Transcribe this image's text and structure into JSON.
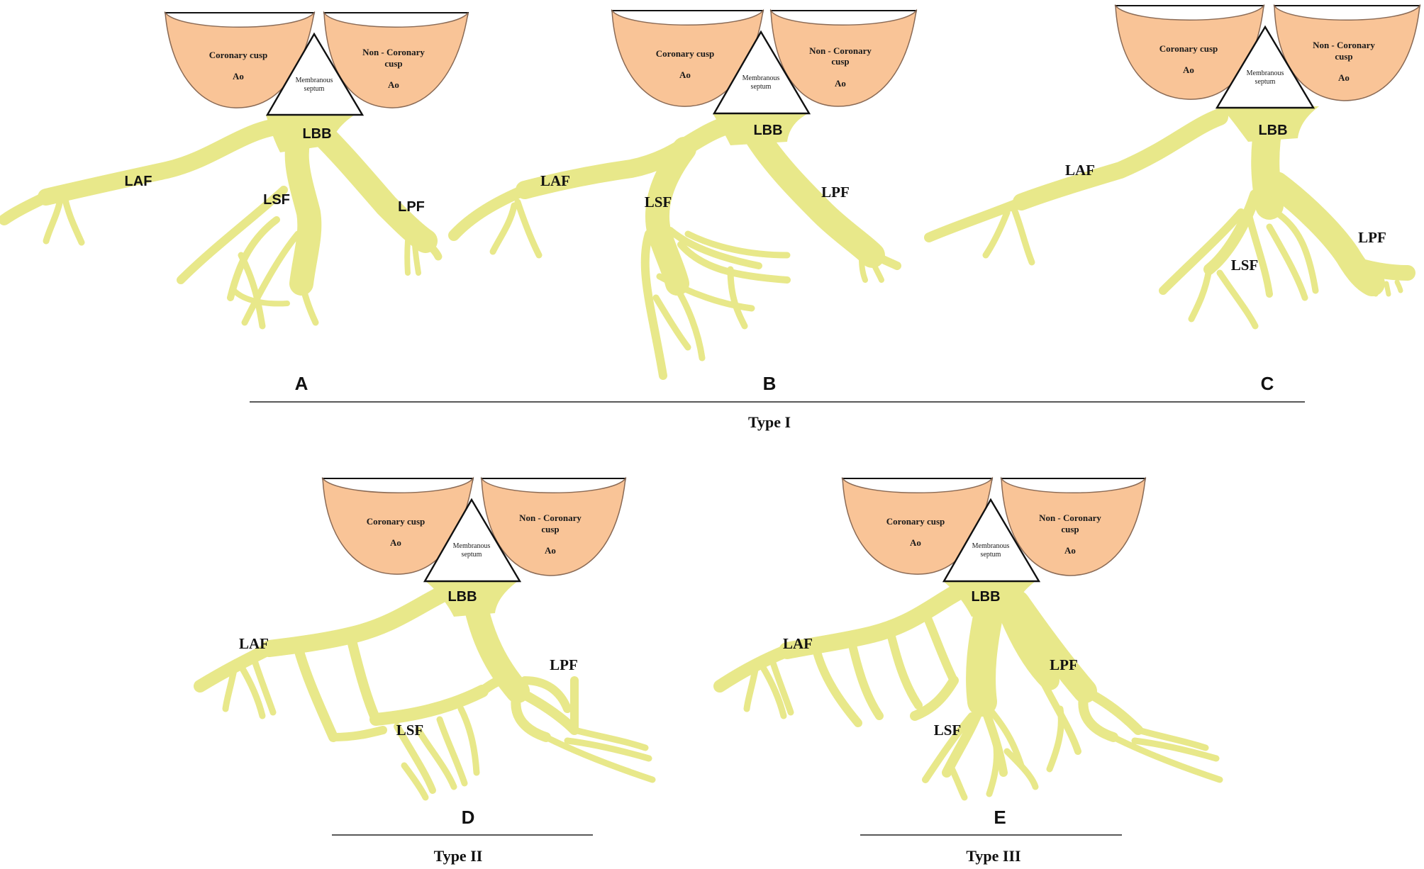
{
  "colors": {
    "conduction": "#e8e88a",
    "cusp_fill": "#f9c497",
    "outline": "#111111"
  },
  "labels": {
    "coronary_cusp": "Coronary cusp",
    "non_coronary_line1": "Non - Coronary",
    "non_coronary_line2": "cusp",
    "aorta": "Ao",
    "septum_line1": "Membranous",
    "septum_line2": "septum"
  },
  "fascicles": {
    "lbb": "LBB",
    "laf": "LAF",
    "lsf": "LSF",
    "lpf": "LPF"
  },
  "panels": {
    "A": {
      "letter": "A"
    },
    "B": {
      "letter": "B"
    },
    "C": {
      "letter": "C"
    },
    "D": {
      "letter": "D"
    },
    "E": {
      "letter": "E"
    }
  },
  "groups": {
    "type1": "Type I",
    "type2": "Type II",
    "type3": "Type III"
  }
}
